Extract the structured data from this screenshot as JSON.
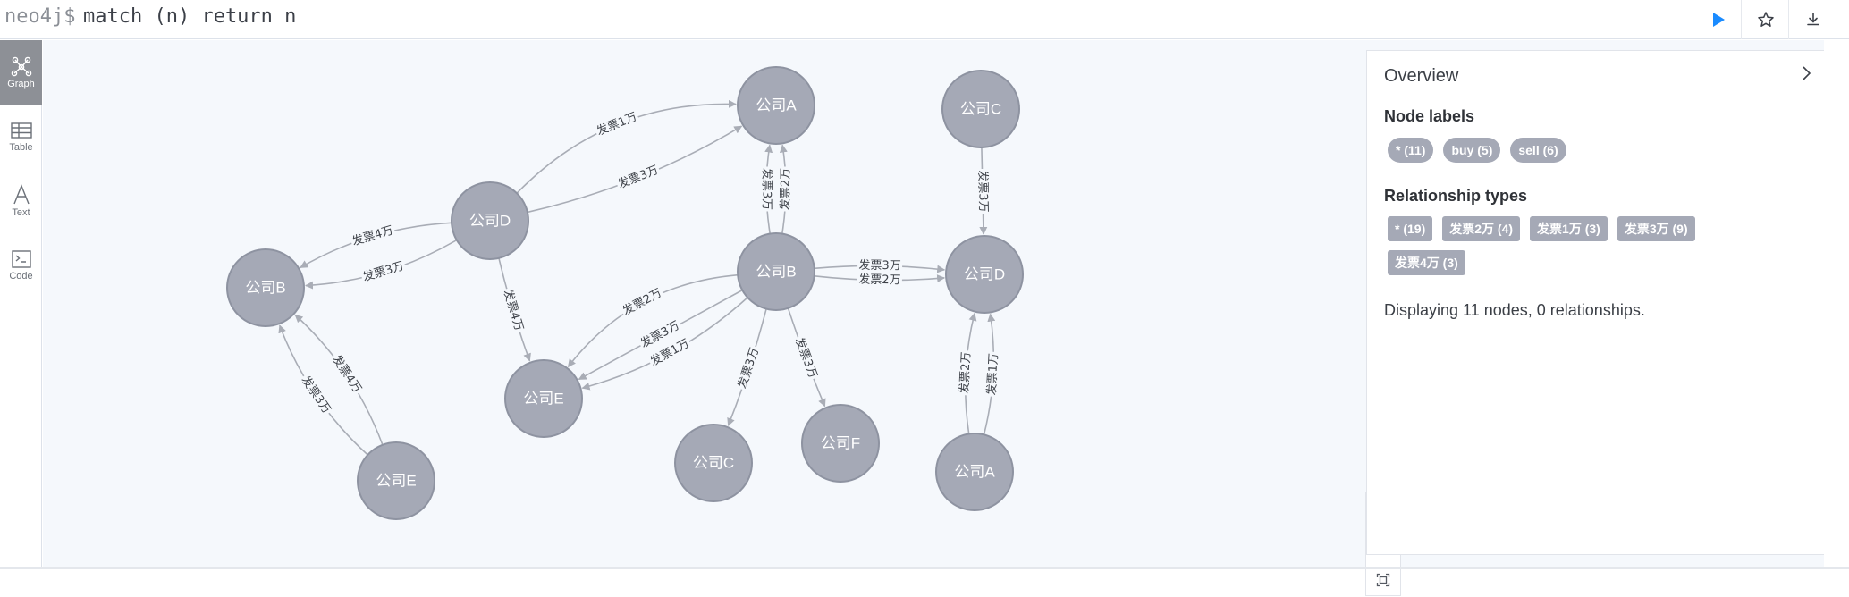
{
  "query_bar": {
    "prompt": "neo4j$",
    "query": "match (n) return n",
    "run_icon": "play-icon",
    "favorite_icon": "star-icon",
    "download_icon": "download-icon"
  },
  "sidebar": {
    "items": [
      {
        "label": "Graph",
        "icon": "graph-icon",
        "active": true
      },
      {
        "label": "Table",
        "icon": "table-icon",
        "active": false
      },
      {
        "label": "Text",
        "icon": "text-icon",
        "active": false
      },
      {
        "label": "Code",
        "icon": "code-icon",
        "active": false
      }
    ]
  },
  "graph": {
    "nodes": [
      {
        "id": "n1",
        "label": "公司A"
      },
      {
        "id": "n2",
        "label": "公司C"
      },
      {
        "id": "n3",
        "label": "公司D"
      },
      {
        "id": "n4",
        "label": "公司B"
      },
      {
        "id": "n5",
        "label": "公司B"
      },
      {
        "id": "n6",
        "label": "公司D"
      },
      {
        "id": "n7",
        "label": "公司E"
      },
      {
        "id": "n8",
        "label": "公司C"
      },
      {
        "id": "n9",
        "label": "公司F"
      },
      {
        "id": "n10",
        "label": "公司A"
      },
      {
        "id": "n11",
        "label": "公司E"
      }
    ],
    "edges": [
      {
        "from": "n3",
        "to": "n1",
        "label": "发票1万"
      },
      {
        "from": "n3",
        "to": "n1",
        "label": "发票3万"
      },
      {
        "from": "n3",
        "to": "n4",
        "label": "发票4万"
      },
      {
        "from": "n3",
        "to": "n4",
        "label": "发票3万"
      },
      {
        "from": "n3",
        "to": "n7",
        "label": "发票4万"
      },
      {
        "from": "n5",
        "to": "n1",
        "label": "发票2万"
      },
      {
        "from": "n5",
        "to": "n1",
        "label": "发票3万"
      },
      {
        "from": "n5",
        "to": "n6",
        "label": "发票3万"
      },
      {
        "from": "n5",
        "to": "n6",
        "label": "发票2万"
      },
      {
        "from": "n5",
        "to": "n7",
        "label": "发票2万"
      },
      {
        "from": "n5",
        "to": "n7",
        "label": "发票3万"
      },
      {
        "from": "n5",
        "to": "n7",
        "label": "发票1万"
      },
      {
        "from": "n5",
        "to": "n8",
        "label": "发票3万"
      },
      {
        "from": "n5",
        "to": "n9",
        "label": "发票3万"
      },
      {
        "from": "n2",
        "to": "n6",
        "label": "发票3万"
      },
      {
        "from": "n10",
        "to": "n6",
        "label": "发票2万"
      },
      {
        "from": "n10",
        "to": "n6",
        "label": "发票1万"
      },
      {
        "from": "n11",
        "to": "n4",
        "label": "发票3万"
      },
      {
        "from": "n11",
        "to": "n4",
        "label": "发票4万"
      }
    ]
  },
  "zoom_controls": {
    "zoom_in_icon": "zoom-in-icon",
    "zoom_out_icon": "zoom-out-icon",
    "fit_icon": "fit-to-screen-icon"
  },
  "overview": {
    "title": "Overview",
    "node_labels_heading": "Node labels",
    "node_labels": [
      "* (11)",
      "buy (5)",
      "sell (6)"
    ],
    "relationship_types_heading": "Relationship types",
    "relationship_types": [
      "* (19)",
      "发票2万 (4)",
      "发票1万 (3)",
      "发票3万 (9)",
      "发票4万 (3)"
    ],
    "summary": "Displaying 11 nodes, 0 relationships."
  },
  "colors": {
    "node_fill": "#a5a9b6",
    "run_button": "#1a8bff",
    "active_tab": "#8d9096",
    "canvas_bg": "#f5f8fc"
  }
}
